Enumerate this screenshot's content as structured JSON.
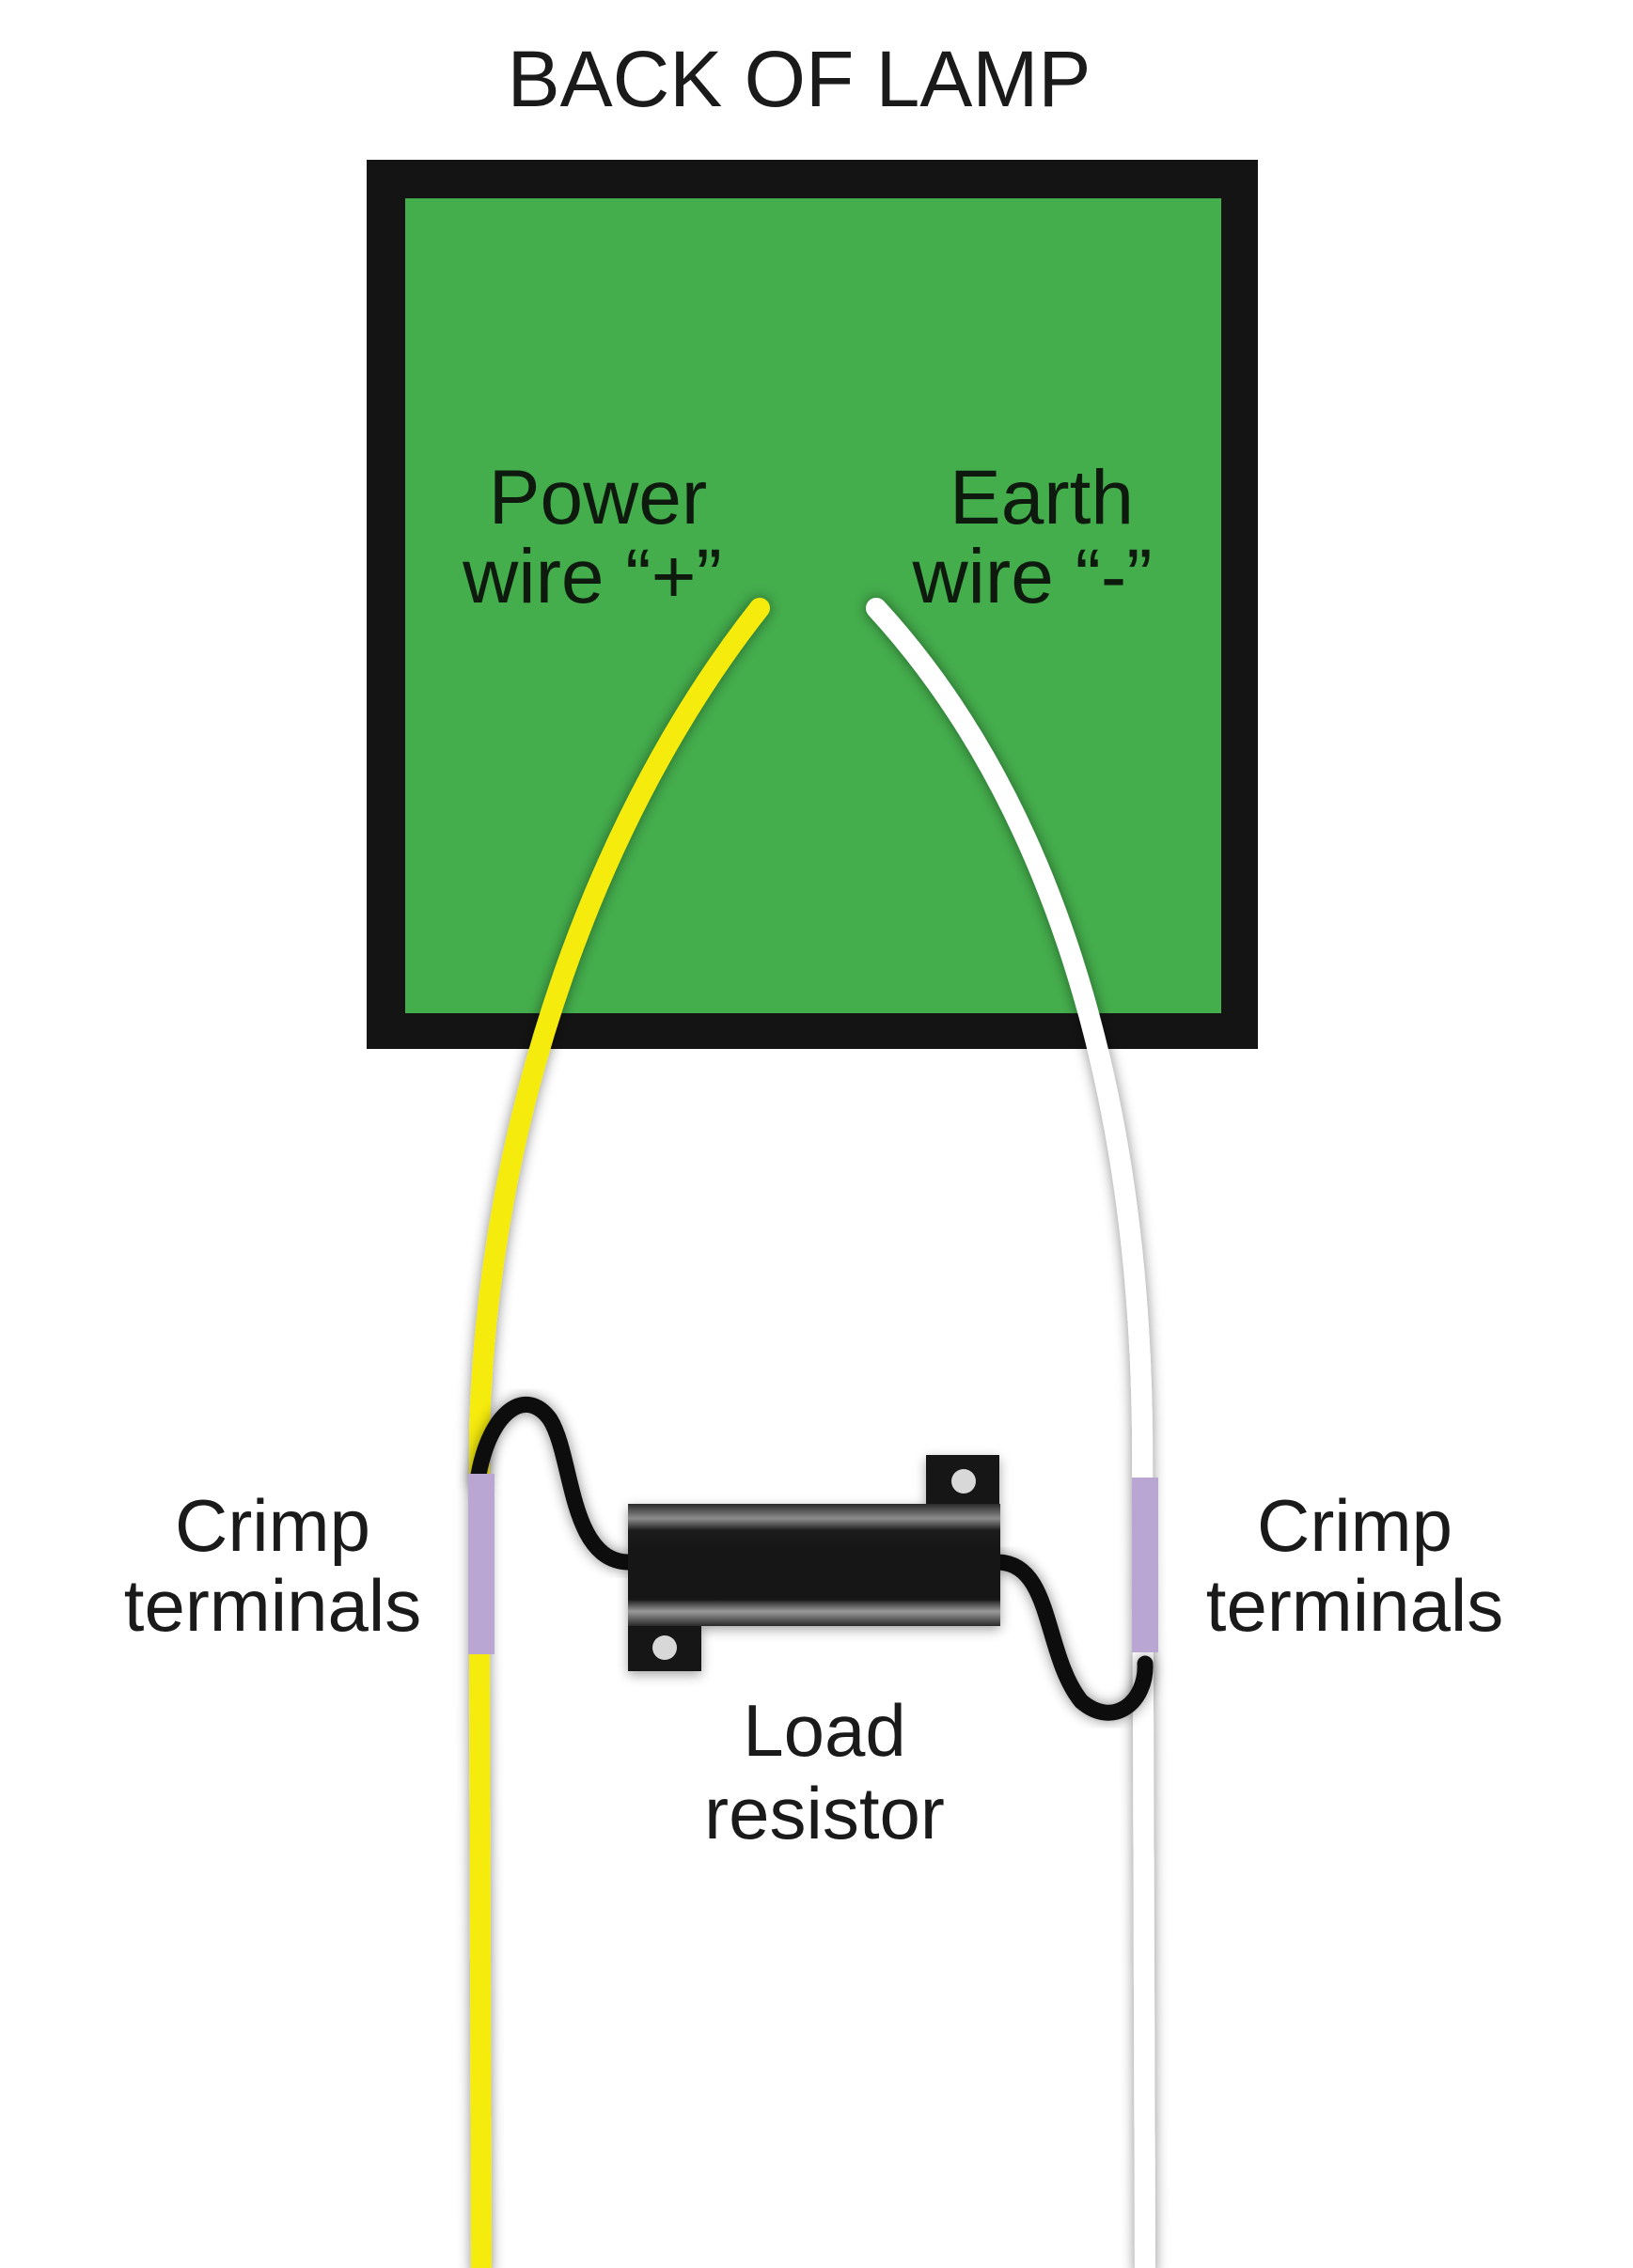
{
  "title": "BACK OF LAMP",
  "lamp": {
    "power_label_line1": "Power",
    "power_label_line2": "wire “+”",
    "earth_label_line1": "Earth",
    "earth_label_line2": "wire “-”",
    "fill_color": "#44ad4c",
    "border_color": "#141414"
  },
  "wires": {
    "power_color": "#f5eb0e",
    "earth_color": "#ffffff",
    "resistor_lead_color": "#111111",
    "crimp_color": "#b9a6d3"
  },
  "labels": {
    "left_crimp_line1": "Crimp",
    "left_crimp_line2": "terminals",
    "right_crimp_line1": "Crimp",
    "right_crimp_line2": "terminals",
    "resistor_line1": "Load",
    "resistor_line2": "resistor"
  }
}
